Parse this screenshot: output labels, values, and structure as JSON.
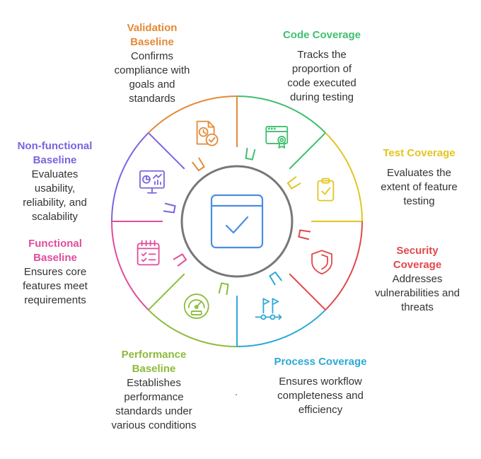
{
  "center_icon": "checklist-window-icon",
  "segments": [
    {
      "key": "code",
      "title": "Code Coverage",
      "description": "Tracks the proportion of code executed during testing",
      "color": "#3fbf6f",
      "icon": "code-certificate-icon"
    },
    {
      "key": "test",
      "title": "Test Coverage",
      "description": "Evaluates the extent of feature testing",
      "color": "#e3c51f",
      "icon": "clipboard-check-icon"
    },
    {
      "key": "security",
      "title": "Security Coverage",
      "description": "Addresses vulnerabilities and threats",
      "color": "#e0494b",
      "icon": "shield-icon"
    },
    {
      "key": "process",
      "title": "Process Coverage",
      "description": "Ensures workflow completeness and efficiency",
      "color": "#2ba9d6",
      "icon": "flags-workflow-icon"
    },
    {
      "key": "performance",
      "title": "Performance Baseline",
      "description": "Establishes performance standards under various conditions",
      "color": "#8dbb3c",
      "icon": "speedometer-icon"
    },
    {
      "key": "functional",
      "title": "Functional Baseline",
      "description": "Ensures core features meet requirements",
      "color": "#df4d9b",
      "icon": "calendar-checklist-icon"
    },
    {
      "key": "nonfunctional",
      "title": "Non-functional Baseline",
      "description": "Evaluates usability, reliability, and scalability",
      "color": "#7b63e0",
      "icon": "monitor-chart-icon"
    },
    {
      "key": "validation",
      "title": "Validation Baseline",
      "description": "Confirms compliance with goals and standards",
      "color": "#e38a36",
      "icon": "document-clock-icon"
    }
  ]
}
